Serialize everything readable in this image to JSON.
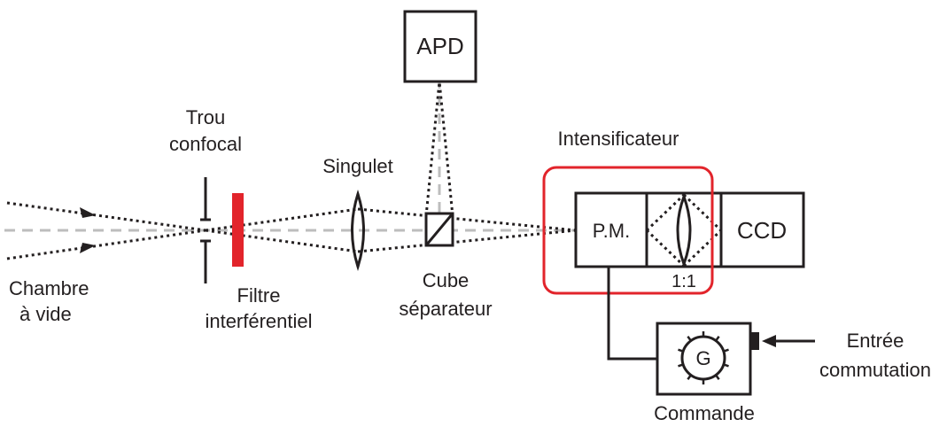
{
  "labels": {
    "apd": "APD",
    "trou_line1": "Trou",
    "trou_line2": "confocal",
    "singulet": "Singulet",
    "intensificateur": "Intensificateur",
    "chambre_line1": "Chambre",
    "chambre_line2": "à vide",
    "filtre_line1": "Filtre",
    "filtre_line2": "interférentiel",
    "cube_line1": "Cube",
    "cube_line2": "séparateur",
    "pm": "P.M.",
    "ccd": "CCD",
    "ratio": "1:1",
    "g": "G",
    "commande": "Commande",
    "entree_line1": "Entrée",
    "entree_line2": "commutation"
  },
  "colors": {
    "ink": "#231f20",
    "filter": "#e2242b",
    "intensifier_outline": "#e2242b",
    "optical_axis": "#bdbdbd"
  }
}
